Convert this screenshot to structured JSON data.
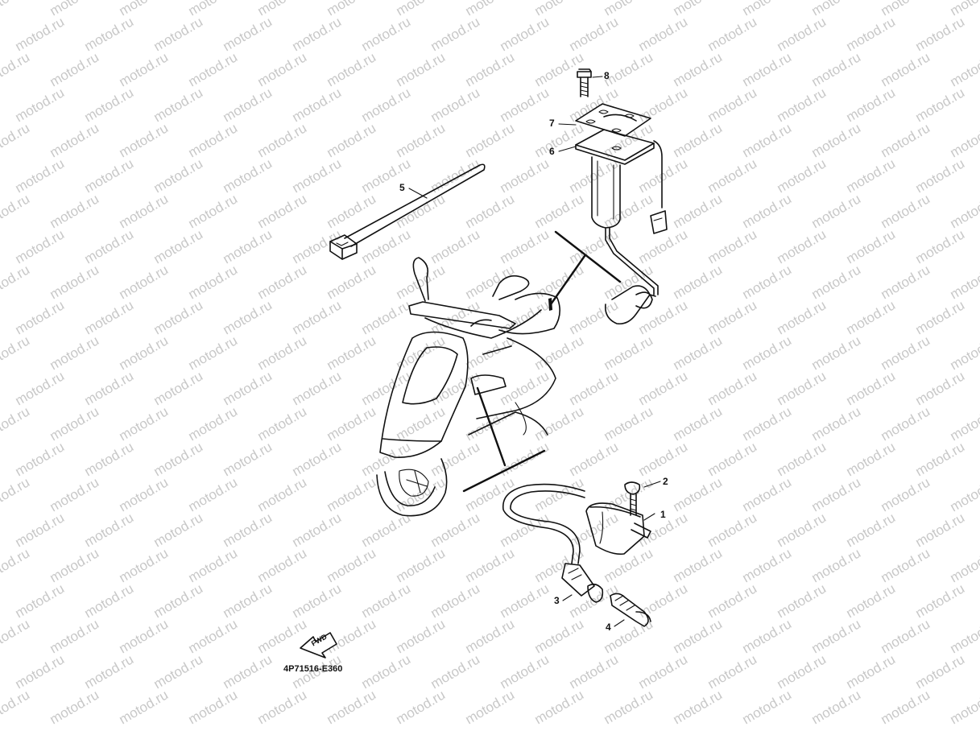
{
  "watermark": {
    "text": "motod.ru",
    "color": "#c8c8c8"
  },
  "callouts": [
    {
      "id": "1",
      "label": "1"
    },
    {
      "id": "2",
      "label": "2"
    },
    {
      "id": "3",
      "label": "3"
    },
    {
      "id": "4",
      "label": "4"
    },
    {
      "id": "5",
      "label": "5"
    },
    {
      "id": "6",
      "label": "6"
    },
    {
      "id": "7",
      "label": "7"
    },
    {
      "id": "8",
      "label": "8"
    }
  ],
  "fwd_label": "FWD",
  "reference_code": "4P71516-E360"
}
